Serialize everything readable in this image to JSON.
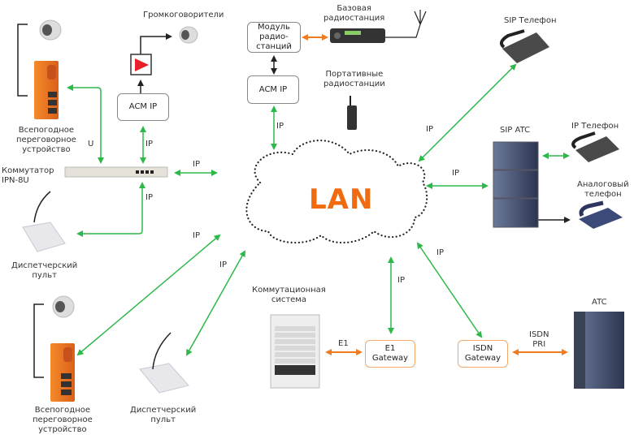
{
  "title": "LAN network diagram",
  "center": {
    "label": "LAN"
  },
  "devices": {
    "loudspeakers": "Громкоговорители",
    "base_station": "Базовая\nрадиостанция",
    "radio_module": "Модуль\nрадио-\nстанций",
    "acm_ip_top": "ACM IP",
    "acm_ip_left": "ACM IP",
    "portable_radios": "Портативные\nрадиостанции",
    "sip_phone": "SIP Телефон",
    "sip_atc": "SIP ATC",
    "ip_phone": "IP Телефон",
    "analog_phone": "Аналоговый\nтелефон",
    "intercom_top": "Всепогодное\nпереговорное\nустройство",
    "switch": "Коммутатор\nIPN-8U",
    "dispatch_top": "Диспетчерский\nпульт",
    "intercom_bottom": "Всепогодное\nпереговорное\nустройство",
    "dispatch_bottom": "Диспетчерский\nпульт",
    "switching_system": "Коммутационная\nсистема",
    "e1_gateway": "E1\nGateway",
    "isdn_gateway": "ISDN\nGateway",
    "atc": "ATC"
  },
  "links": {
    "u": "U",
    "ip": "IP",
    "e1": "E1",
    "isdn_pri": "ISDN\nPRI"
  },
  "colors": {
    "ip_link": "#2db84a",
    "tdm_link": "#f07a20",
    "lan_text": "#f06a10",
    "local_link": "#222222"
  }
}
